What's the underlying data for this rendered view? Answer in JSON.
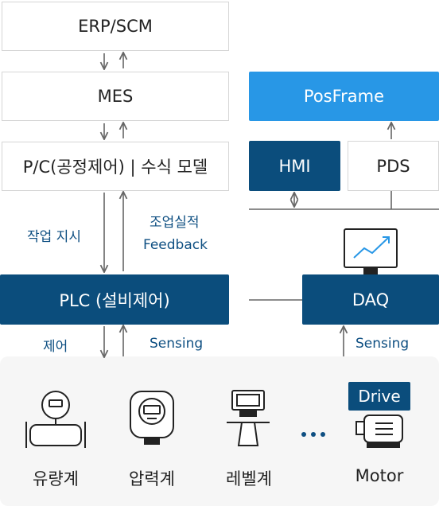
{
  "boxes": {
    "erp": "ERP/SCM",
    "mes": "MES",
    "pc": "P/C(공정제어) | 수식 모델",
    "posframe": "PosFrame",
    "hmi": "HMI",
    "pds": "PDS",
    "plc": "PLC (설비제어)",
    "daq": "DAQ"
  },
  "labels": {
    "work_order": "작업 지시",
    "feedback_ko": "조업실적",
    "feedback_en": "Feedback",
    "control": "제어",
    "sensing_left": "Sensing",
    "sensing_right": "Sensing"
  },
  "devices": {
    "flow": "유량계",
    "pressure": "압력계",
    "level": "레벨계",
    "motor": "Motor",
    "drive_badge": "Drive",
    "ellipsis": "..."
  },
  "colors": {
    "dark_blue": "#0b4d7c",
    "bright_blue": "#2897e6",
    "label_blue": "#0e4f82",
    "line_gray": "#666666"
  }
}
